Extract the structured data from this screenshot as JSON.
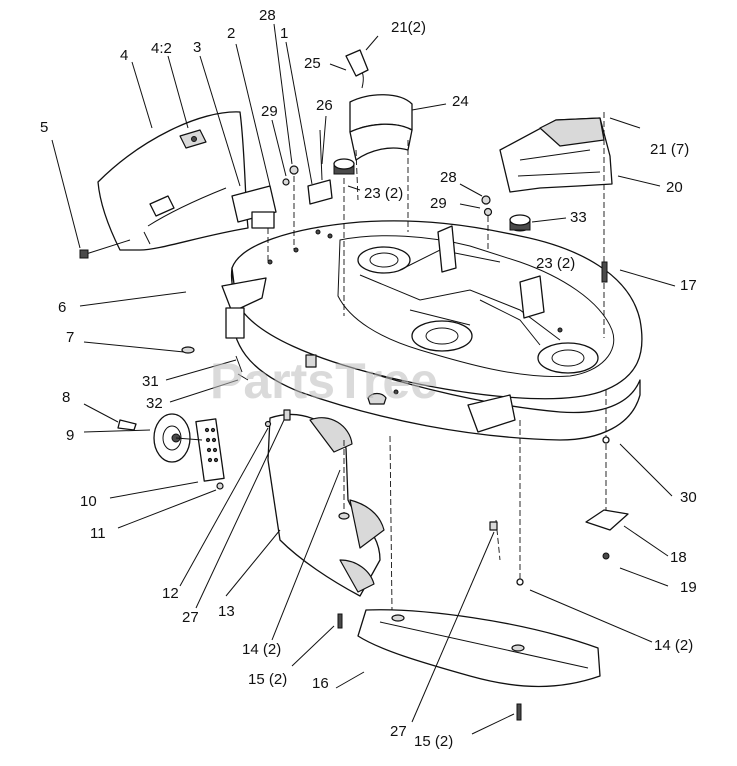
{
  "watermark": "PartsTree",
  "callouts": [
    {
      "key": "c1",
      "text": "1"
    },
    {
      "key": "c2",
      "text": "2"
    },
    {
      "key": "c3",
      "text": "3"
    },
    {
      "key": "c4",
      "text": "4"
    },
    {
      "key": "c4_2",
      "text": "4:2"
    },
    {
      "key": "c5",
      "text": "5"
    },
    {
      "key": "c6",
      "text": "6"
    },
    {
      "key": "c7",
      "text": "7"
    },
    {
      "key": "c8",
      "text": "8"
    },
    {
      "key": "c9",
      "text": "9"
    },
    {
      "key": "c10",
      "text": "10"
    },
    {
      "key": "c11",
      "text": "11"
    },
    {
      "key": "c12",
      "text": "12"
    },
    {
      "key": "c13",
      "text": "13"
    },
    {
      "key": "c14a",
      "text": "14 (2)"
    },
    {
      "key": "c14b",
      "text": "14 (2)"
    },
    {
      "key": "c15a",
      "text": "15 (2)"
    },
    {
      "key": "c15b",
      "text": "15 (2)"
    },
    {
      "key": "c16",
      "text": "16"
    },
    {
      "key": "c17",
      "text": "17"
    },
    {
      "key": "c18",
      "text": "18"
    },
    {
      "key": "c19",
      "text": "19"
    },
    {
      "key": "c20",
      "text": "20"
    },
    {
      "key": "c21a",
      "text": "21(2)"
    },
    {
      "key": "c21b",
      "text": "21 (7)"
    },
    {
      "key": "c23a",
      "text": "23 (2)"
    },
    {
      "key": "c23b",
      "text": "23 (2)"
    },
    {
      "key": "c24",
      "text": "24"
    },
    {
      "key": "c25",
      "text": "25"
    },
    {
      "key": "c26",
      "text": "26"
    },
    {
      "key": "c27a",
      "text": "27"
    },
    {
      "key": "c27b",
      "text": "27"
    },
    {
      "key": "c28a",
      "text": "28"
    },
    {
      "key": "c28b",
      "text": "28"
    },
    {
      "key": "c29a",
      "text": "29"
    },
    {
      "key": "c29b",
      "text": "29"
    },
    {
      "key": "c30",
      "text": "30"
    },
    {
      "key": "c31",
      "text": "31"
    },
    {
      "key": "c32",
      "text": "32"
    },
    {
      "key": "c33",
      "text": "33"
    }
  ]
}
